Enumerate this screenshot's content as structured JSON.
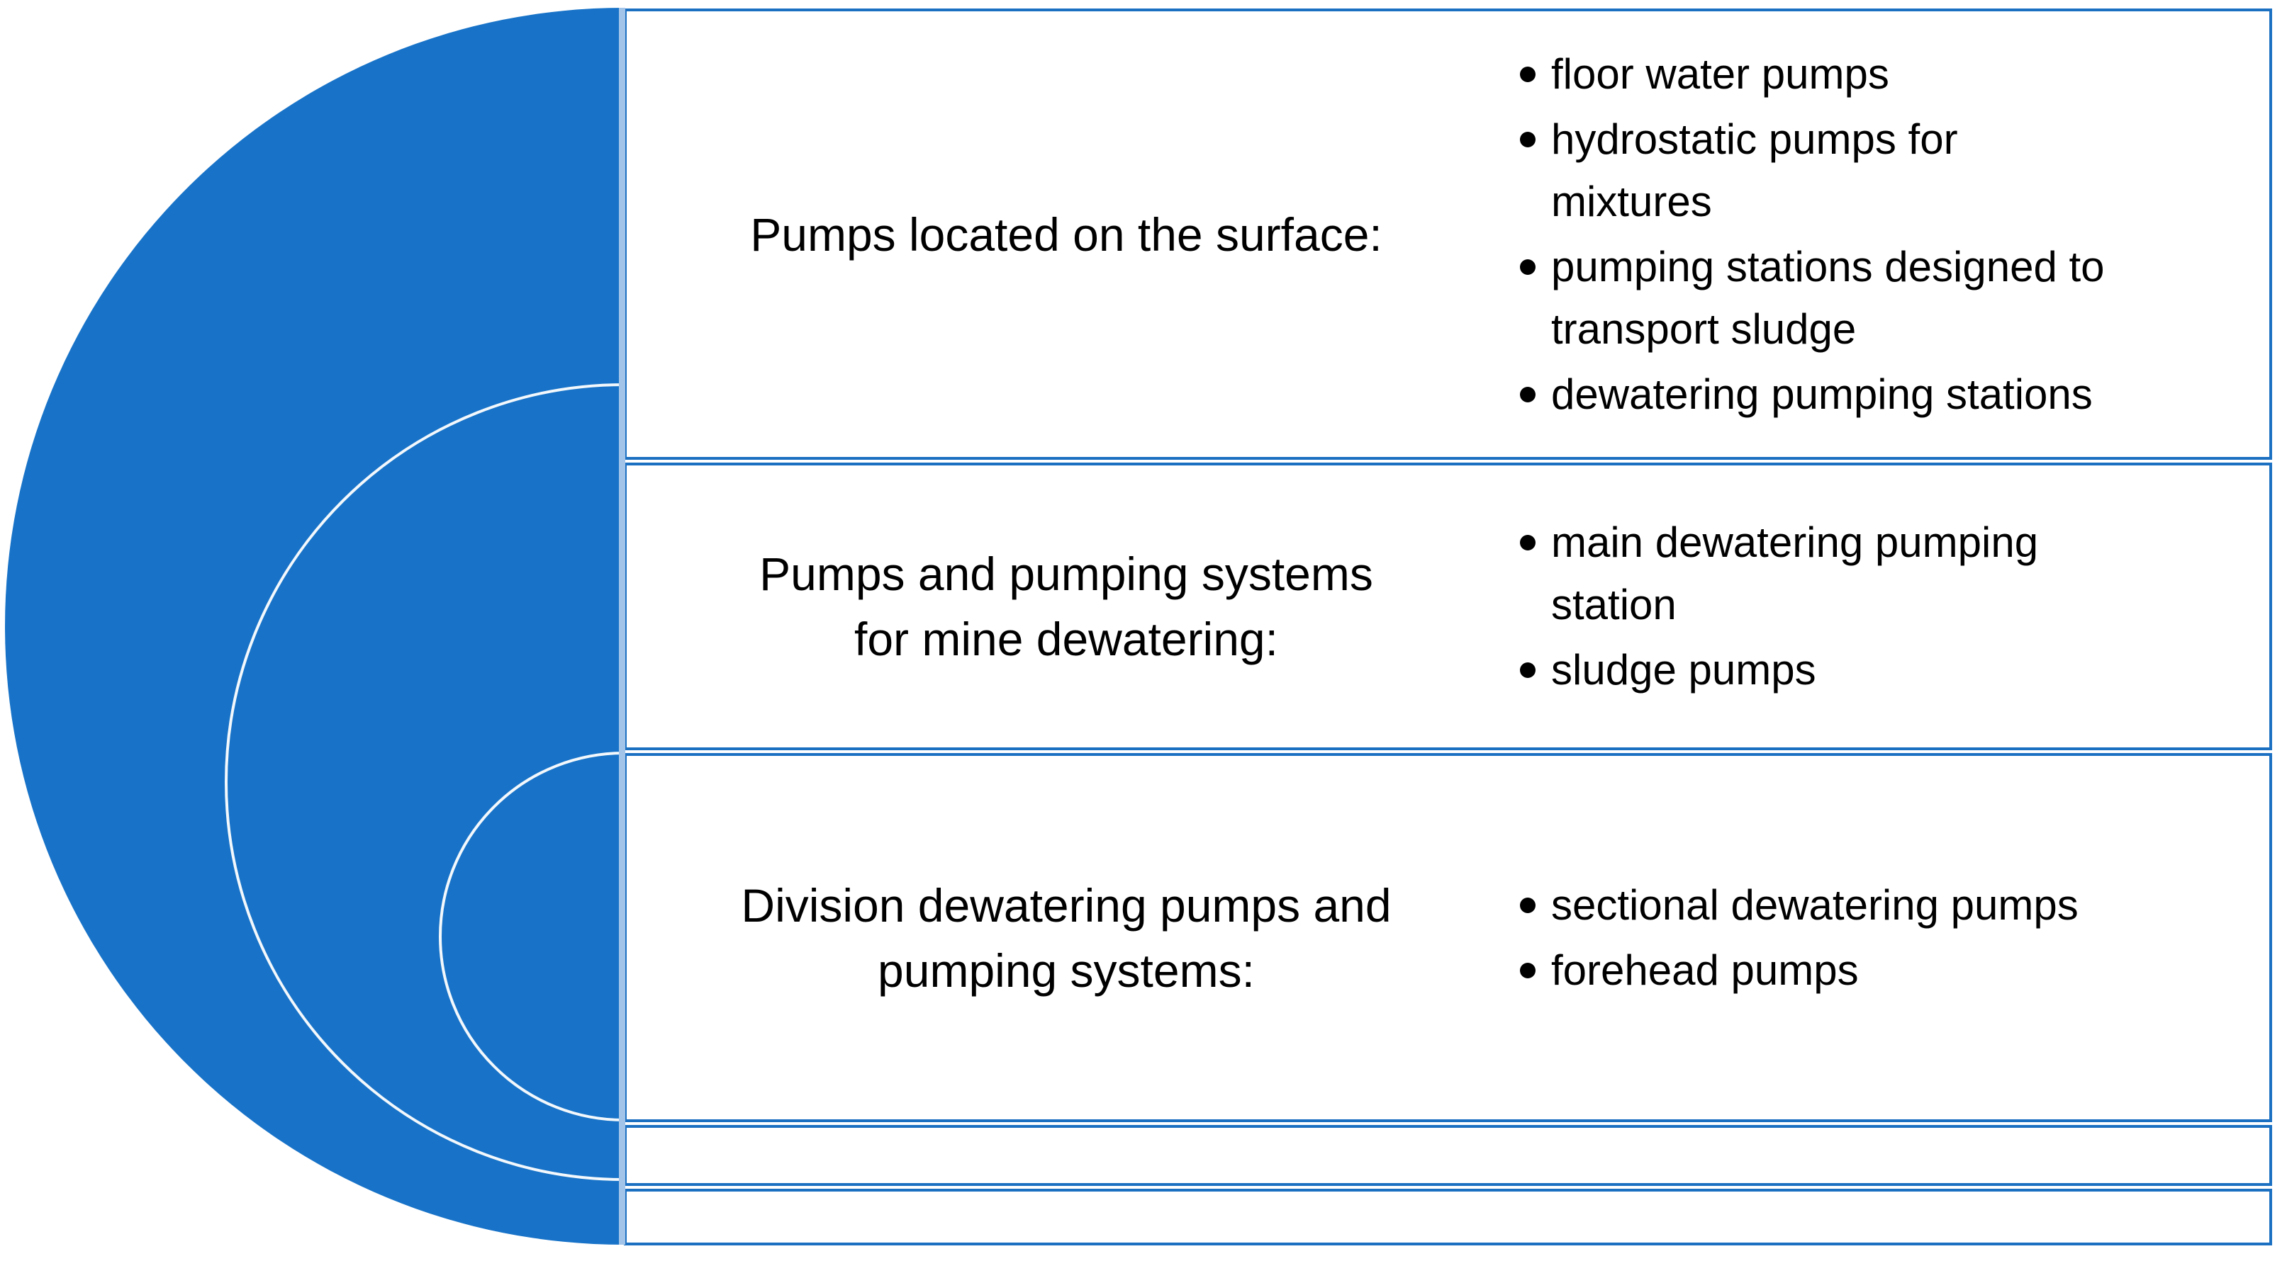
{
  "colors": {
    "circle_fill": "#1873C8",
    "circle_outline_inner": "#FFFFFF",
    "box_border": "#1C70C2",
    "edge_highlight": "#A3C4E9",
    "text": "#000000",
    "background": "#FFFFFF"
  },
  "rows": [
    {
      "heading": "Pumps located on the surface:",
      "bullets": [
        "floor water pumps",
        "hydrostatic pumps for\nmixtures",
        "pumping stations designed to\ntransport sludge",
        "dewatering pumping stations"
      ]
    },
    {
      "heading": "Pumps and pumping systems\nfor mine dewatering:",
      "bullets": [
        "main dewatering pumping\nstation",
        "sludge pumps"
      ]
    },
    {
      "heading": "Division dewatering pumps and\npumping systems:",
      "bullets": [
        "sectional dewatering pumps",
        "forehead pumps"
      ]
    },
    {
      "heading": "",
      "bullets": []
    },
    {
      "heading": "",
      "bullets": []
    }
  ]
}
